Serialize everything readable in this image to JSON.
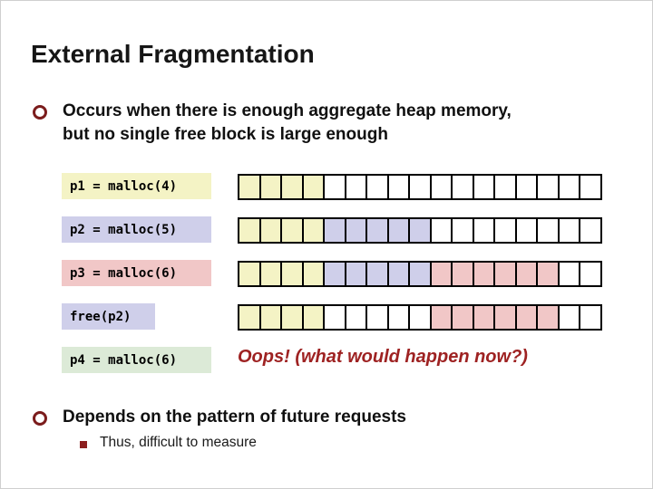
{
  "title": "External Fragmentation",
  "bullets": {
    "b1_line1": "Occurs when there is enough aggregate heap memory,",
    "b1_line2": "but no single free block is large enough",
    "b2": "Depends on the pattern of future requests",
    "b2_sub": "Thus, difficult to measure"
  },
  "oops_note": "Oops! (what would happen now?)",
  "colors": {
    "p1_yellow": "#f4f3c5",
    "p2_lavender": "#cfcfea",
    "p3_pink": "#f1c7c7",
    "p4_green": "#dcead7",
    "free_white": "#ffffff",
    "accent_red": "#9e2222",
    "bullet_ring_red": "#7b1c1c",
    "sub_square_red": "#8c1f1f",
    "cell_border": "#000000"
  },
  "memory_diagram": {
    "cells_per_row": 17,
    "cell_codes": {
      "1": "p1-allocated",
      "2": "p2-allocated",
      "3": "p3-allocated",
      "0": "free"
    },
    "rows": [
      {
        "label": "p1 = malloc(4)",
        "label_bg": "p1_yellow",
        "narrow": false,
        "cells": "11110000000000000"
      },
      {
        "label": "p2 = malloc(5)",
        "label_bg": "p2_lavender",
        "narrow": false,
        "cells": "11112222200000000"
      },
      {
        "label": "p3 = malloc(6)",
        "label_bg": "p3_pink",
        "narrow": false,
        "cells": "11112222233333300"
      },
      {
        "label": "free(p2)",
        "label_bg": "p2_lavender",
        "narrow": true,
        "cells": "11110000033333300"
      },
      {
        "label": "p4 = malloc(6)",
        "label_bg": "p4_green",
        "narrow": false,
        "cells": null
      }
    ]
  }
}
